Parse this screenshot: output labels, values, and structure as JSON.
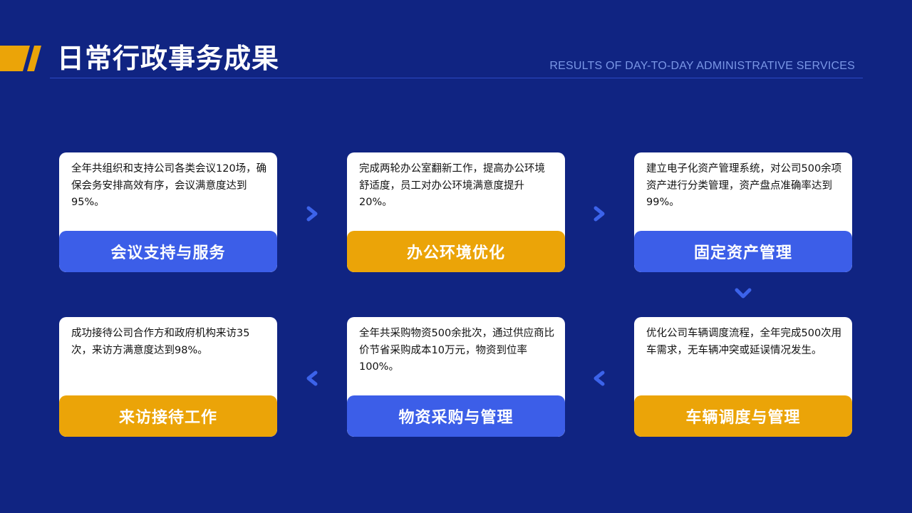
{
  "header": {
    "title": "日常行政事务成果",
    "subtitle": "RESULTS OF DAY-TO-DAY ADMINISTRATIVE SERVICES"
  },
  "colors": {
    "background": "#102482",
    "blue": "#3c5ee8",
    "orange": "#eba408",
    "arrow": "#3c63ea"
  },
  "cards": [
    {
      "title": "会议支持与服务",
      "description": "全年共组织和支持公司各类会议120场，确保会务安排高效有序，会议满意度达到95%。",
      "color": "blue"
    },
    {
      "title": "办公环境优化",
      "description": "完成两轮办公室翻新工作，提高办公环境舒适度，员工对办公环境满意度提升20%。",
      "color": "orange"
    },
    {
      "title": "固定资产管理",
      "description": "建立电子化资产管理系统，对公司500余项资产进行分类管理，资产盘点准确率达到99%。",
      "color": "blue"
    },
    {
      "title": "车辆调度与管理",
      "description": "优化公司车辆调度流程，全年完成500次用车需求，无车辆冲突或延误情况发生。",
      "color": "orange"
    },
    {
      "title": "物资采购与管理",
      "description": "全年共采购物资500余批次，通过供应商比价节省采购成本10万元，物资到位率100%。",
      "color": "blue"
    },
    {
      "title": "来访接待工作",
      "description": "成功接待公司合作方和政府机构来访35次，来访方满意度达到98%。",
      "color": "orange"
    }
  ],
  "arrows": [
    "chevron-right",
    "chevron-right",
    "chevron-down",
    "chevron-left",
    "chevron-left"
  ]
}
